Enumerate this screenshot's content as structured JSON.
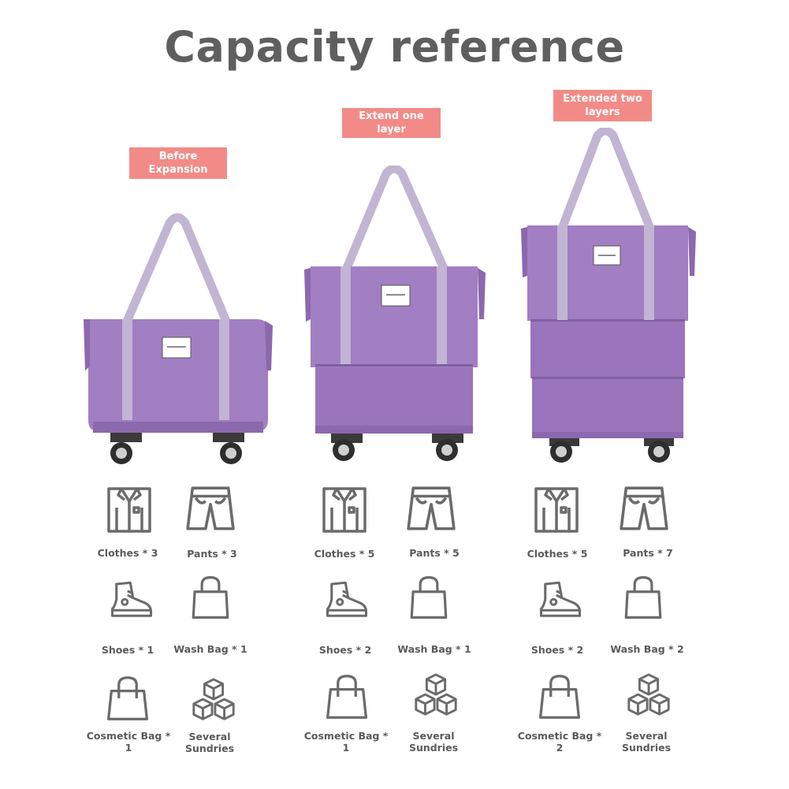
{
  "title": "Capacity reference",
  "colors": {
    "bag": "#a27ec3",
    "bag_dark": "#8c68ad",
    "strap": "#c2b4d3",
    "tag": "#f28b87",
    "icon": "#6b6b6b",
    "text": "#5f5f5f"
  },
  "columns": [
    {
      "tag": "Before Expansion",
      "items": [
        {
          "icon": "shirt-icon",
          "label": "Clothes * 3"
        },
        {
          "icon": "shorts-icon",
          "label": "Pants * 3"
        },
        {
          "icon": "boot-icon",
          "label": "Shoes * 1"
        },
        {
          "icon": "tote-icon",
          "label": "Wash Bag * 1"
        },
        {
          "icon": "handbag-icon",
          "label": "Cosmetic Bag * 1"
        },
        {
          "icon": "cubes-icon",
          "label": "Several Sundries"
        }
      ]
    },
    {
      "tag": "Extend one layer",
      "items": [
        {
          "icon": "shirt-icon",
          "label": "Clothes * 5"
        },
        {
          "icon": "shorts-icon",
          "label": "Pants * 5"
        },
        {
          "icon": "boot-icon",
          "label": "Shoes * 2"
        },
        {
          "icon": "tote-icon",
          "label": "Wash Bag * 1"
        },
        {
          "icon": "handbag-icon",
          "label": "Cosmetic Bag * 1"
        },
        {
          "icon": "cubes-icon",
          "label": "Several Sundries"
        }
      ]
    },
    {
      "tag": "Extended two layers",
      "items": [
        {
          "icon": "shirt-icon",
          "label": "Clothes * 5"
        },
        {
          "icon": "shorts-icon",
          "label": "Pants * 7"
        },
        {
          "icon": "boot-icon",
          "label": "Shoes * 2"
        },
        {
          "icon": "tote-icon",
          "label": "Wash Bag * 2"
        },
        {
          "icon": "handbag-icon",
          "label": "Cosmetic Bag * 2"
        },
        {
          "icon": "cubes-icon",
          "label": "Several Sundries"
        }
      ]
    }
  ]
}
